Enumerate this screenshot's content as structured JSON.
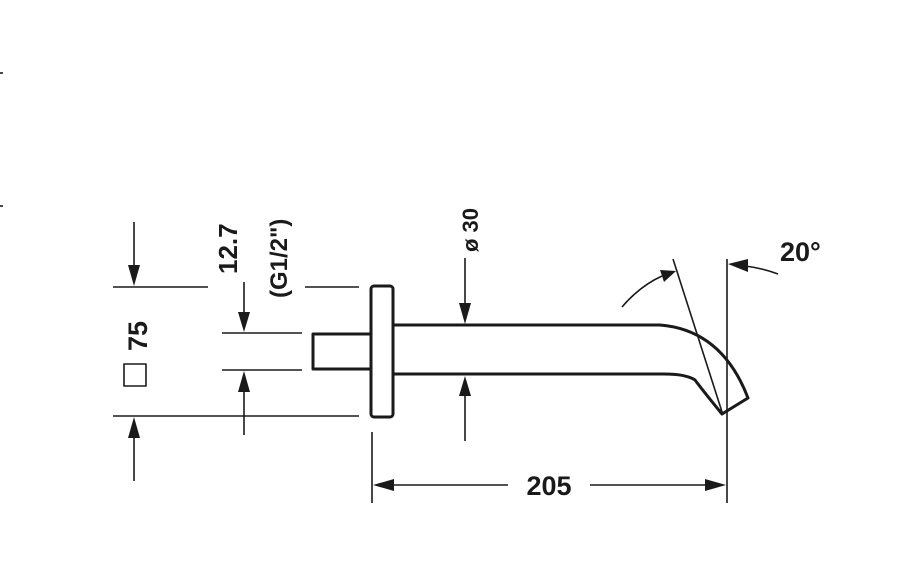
{
  "dimensions": {
    "length": "205",
    "diameter": "ø 30",
    "thread_offset": "12.7",
    "thread_size": "(G1/2\")",
    "plate_square": "75",
    "angle": "20°"
  },
  "icons": {
    "square": "square-symbol-icon"
  }
}
